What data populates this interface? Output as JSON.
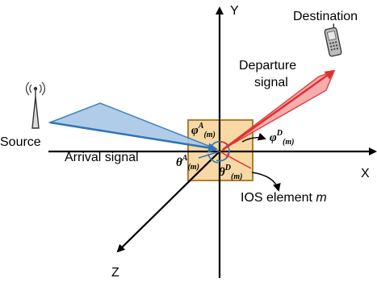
{
  "axes": {
    "x": "X",
    "y": "Y",
    "z": "Z"
  },
  "labels": {
    "source": "Source",
    "destination": "Destination",
    "arrival_signal": "Arrival signal",
    "departure_signal_line1": "Departure",
    "departure_signal_line2": "signal",
    "ios_element_prefix": "IOS element ",
    "ios_element_var": "m"
  },
  "angles": {
    "phi_arrival": {
      "symbol": "φ",
      "sup": "A",
      "sub": "(m)"
    },
    "theta_arrival": {
      "symbol": "θ",
      "sup": "A",
      "sub": "(m)"
    },
    "phi_departure": {
      "symbol": "φ",
      "sup": "D",
      "sub": "(m)"
    },
    "theta_departure": {
      "symbol": "θ",
      "sup": "D",
      "sub": "(m)"
    }
  },
  "colors": {
    "arrival_fill": "#a9c7e6",
    "arrival_stroke": "#2e75b6",
    "departure_fill": "#f4a6a6",
    "departure_stroke": "#e03030",
    "ios_fill": "#f7d9a6",
    "ios_stroke": "#b07d2a"
  },
  "icons": {
    "source": "antenna-icon",
    "destination": "mobile-phone-icon"
  }
}
